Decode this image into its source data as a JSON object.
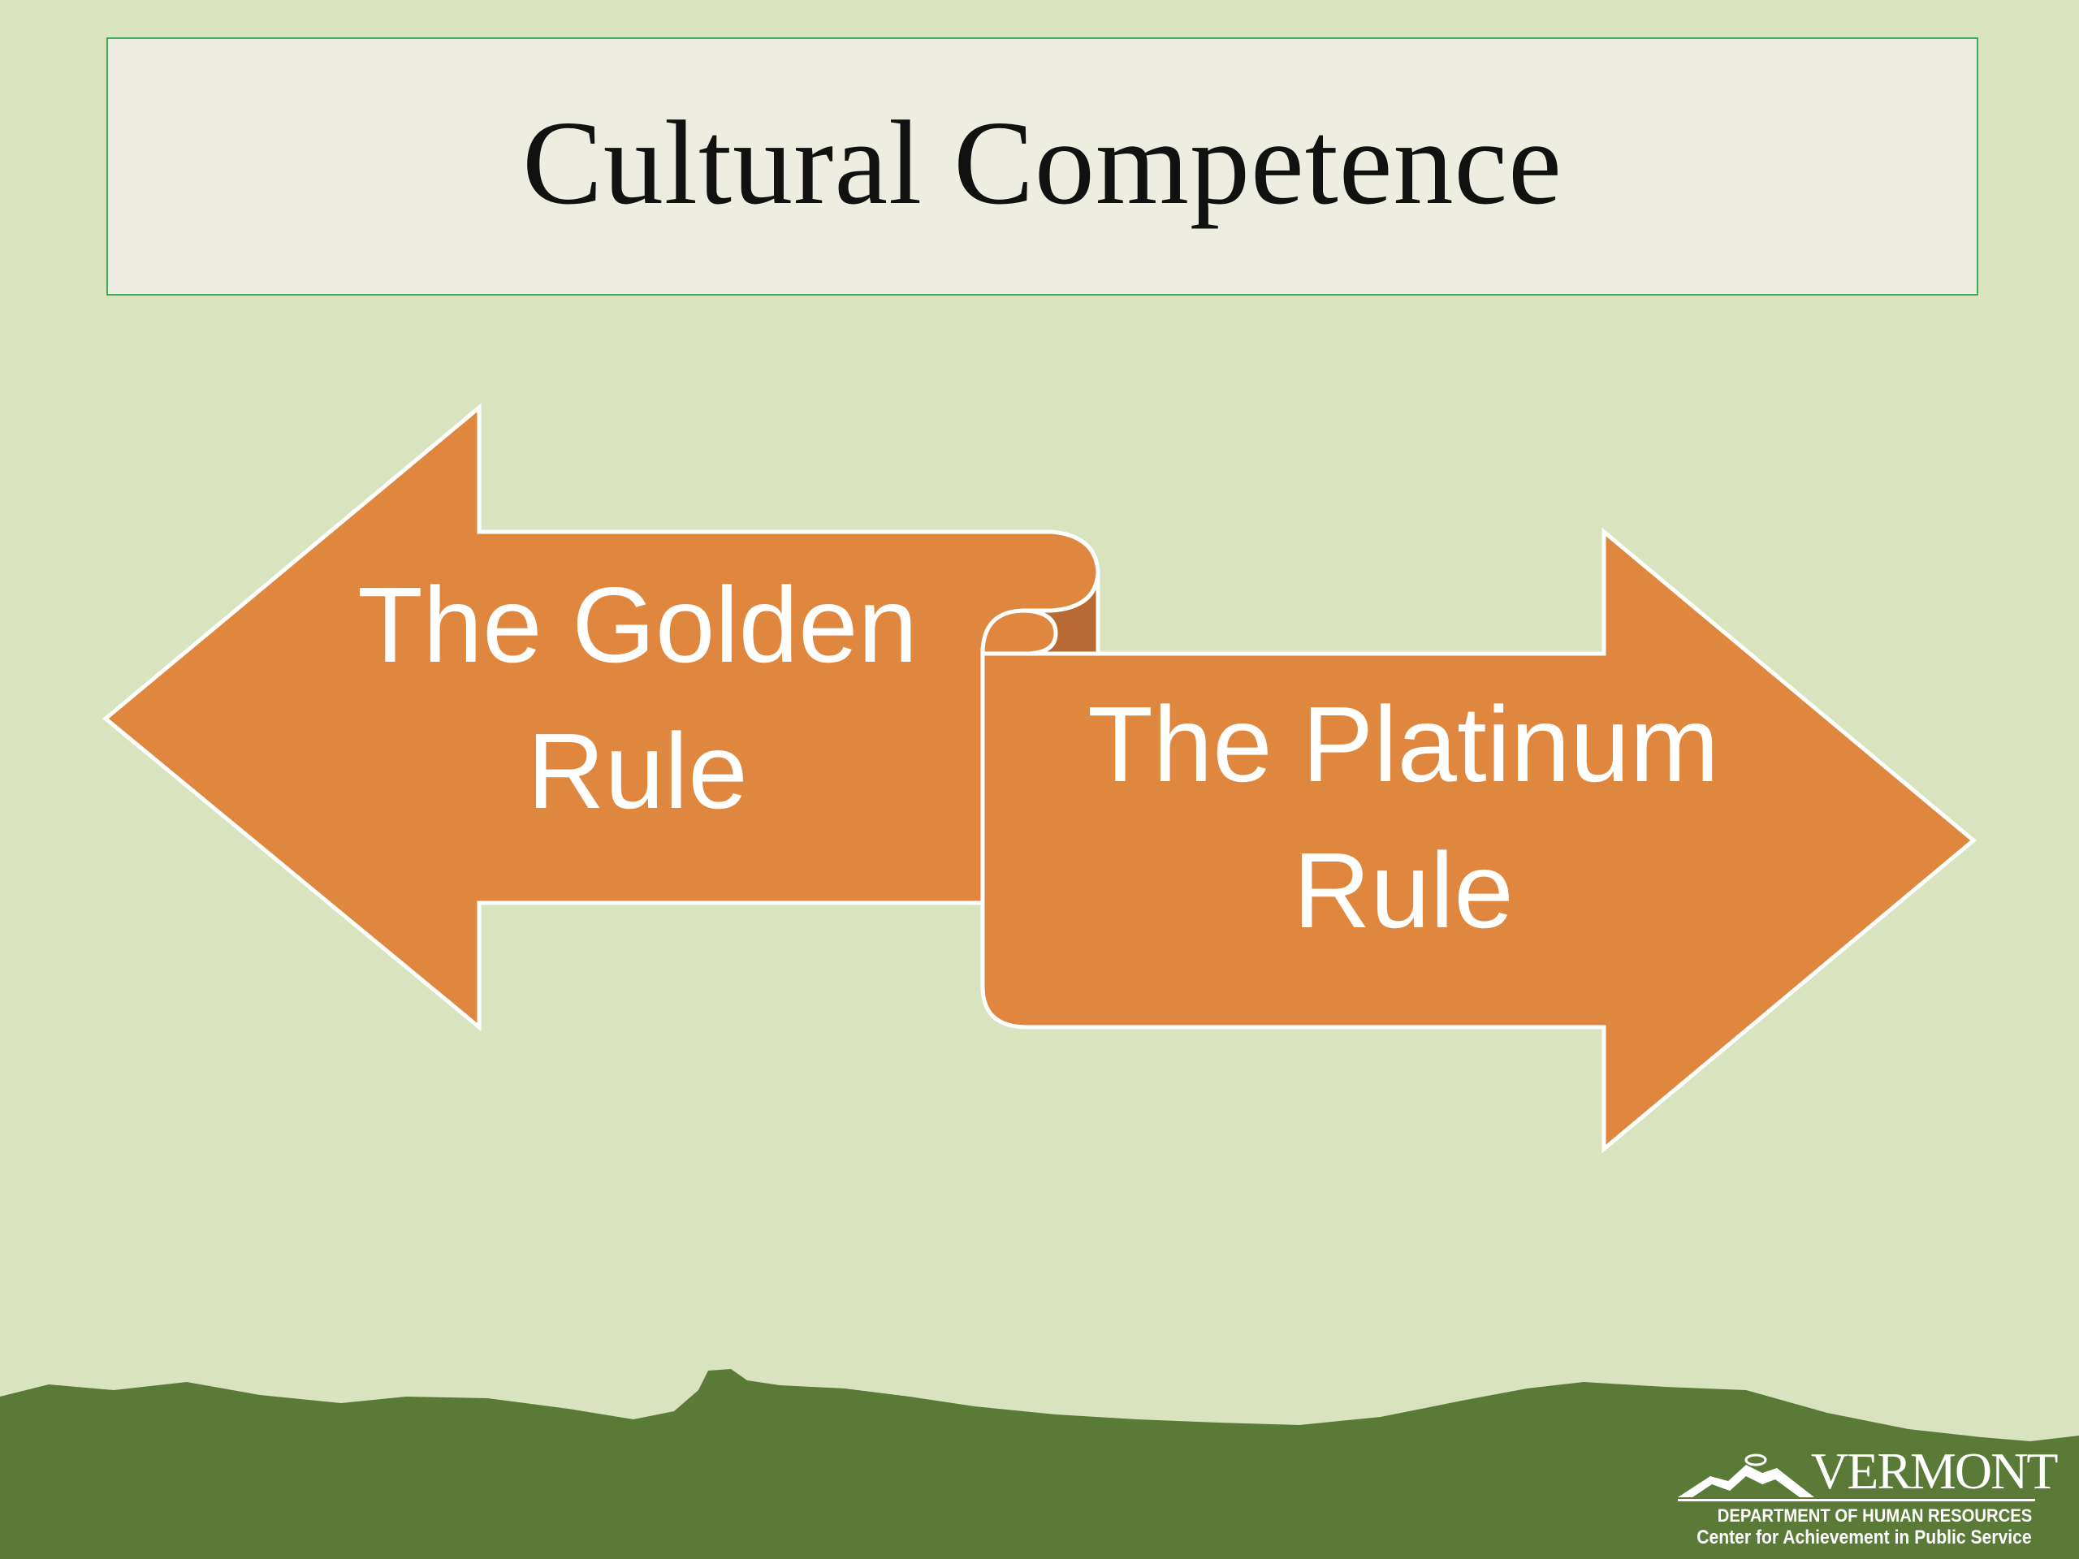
{
  "title": "Cultural Competence",
  "left_arrow": {
    "line1": "The Golden",
    "line2": "Rule",
    "direction": "left"
  },
  "right_arrow": {
    "line1": "The Platinum",
    "line2": "Rule",
    "direction": "right"
  },
  "logo": {
    "wordmark": "VERMONT",
    "department": "DEPARTMENT OF HUMAN RESOURCES",
    "center": "Center for Achievement in Public Service"
  },
  "colors": {
    "background": "#d9e4bf",
    "title_box": "#eeede2",
    "title_border": "#3faa5a",
    "arrow_fill": "#df873f",
    "arrow_fold": "#b86a32",
    "arrow_outline": "#ffffff",
    "hills": "#5a7a38"
  }
}
